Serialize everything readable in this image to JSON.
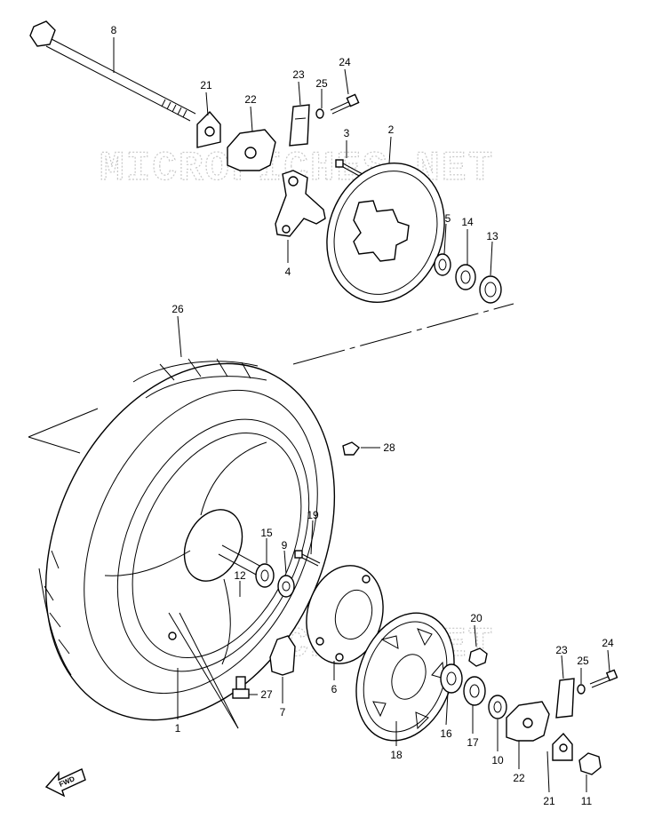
{
  "watermark": "MICROFICHES.NET",
  "direction_label": "FWD",
  "callouts": [
    {
      "id": "c1",
      "label": "1"
    },
    {
      "id": "c2",
      "label": "2"
    },
    {
      "id": "c3",
      "label": "3"
    },
    {
      "id": "c4",
      "label": "4"
    },
    {
      "id": "c5",
      "label": "5"
    },
    {
      "id": "c6",
      "label": "6"
    },
    {
      "id": "c7",
      "label": "7"
    },
    {
      "id": "c8",
      "label": "8"
    },
    {
      "id": "c9",
      "label": "9"
    },
    {
      "id": "c10",
      "label": "10"
    },
    {
      "id": "c11",
      "label": "11"
    },
    {
      "id": "c12",
      "label": "12"
    },
    {
      "id": "c13",
      "label": "13"
    },
    {
      "id": "c14",
      "label": "14"
    },
    {
      "id": "c15",
      "label": "15"
    },
    {
      "id": "c16",
      "label": "16"
    },
    {
      "id": "c17",
      "label": "17"
    },
    {
      "id": "c18",
      "label": "18"
    },
    {
      "id": "c19",
      "label": "19"
    },
    {
      "id": "c20",
      "label": "20"
    },
    {
      "id": "c21a",
      "label": "21"
    },
    {
      "id": "c21b",
      "label": "21"
    },
    {
      "id": "c22a",
      "label": "22"
    },
    {
      "id": "c22b",
      "label": "22"
    },
    {
      "id": "c23a",
      "label": "23"
    },
    {
      "id": "c23b",
      "label": "23"
    },
    {
      "id": "c24a",
      "label": "24"
    },
    {
      "id": "c24b",
      "label": "24"
    },
    {
      "id": "c25a",
      "label": "25"
    },
    {
      "id": "c25b",
      "label": "25"
    },
    {
      "id": "c26",
      "label": "26"
    },
    {
      "id": "c27",
      "label": "27"
    },
    {
      "id": "c28",
      "label": "28"
    }
  ]
}
